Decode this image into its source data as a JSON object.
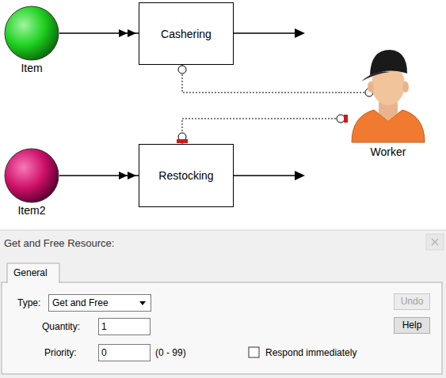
{
  "diagram": {
    "nodes": [
      {
        "text": [
          "Item"
        ]
      },
      {
        "text": [
          "Cashering"
        ]
      },
      {
        "text": [
          "Worker"
        ]
      },
      {
        "text": [
          "Item2"
        ]
      },
      {
        "text": [
          "Restocking"
        ]
      }
    ],
    "edges": [
      {
        "from": 0,
        "to": 1,
        "arrow": "to"
      },
      {
        "from": 1,
        "to": 2,
        "arrow": "none"
      },
      {
        "from": 4,
        "to": 2,
        "arrow": "none"
      },
      {
        "from": 3,
        "to": 4,
        "arrow": "to"
      }
    ],
    "labels": [
      "Get and Free Resource:",
      "General",
      "Type:",
      "Get and Free",
      "Quantity:",
      "1",
      "Priority:",
      "0",
      "(0 - 99)",
      "Respond immediately",
      "Undo",
      "Help"
    ]
  }
}
